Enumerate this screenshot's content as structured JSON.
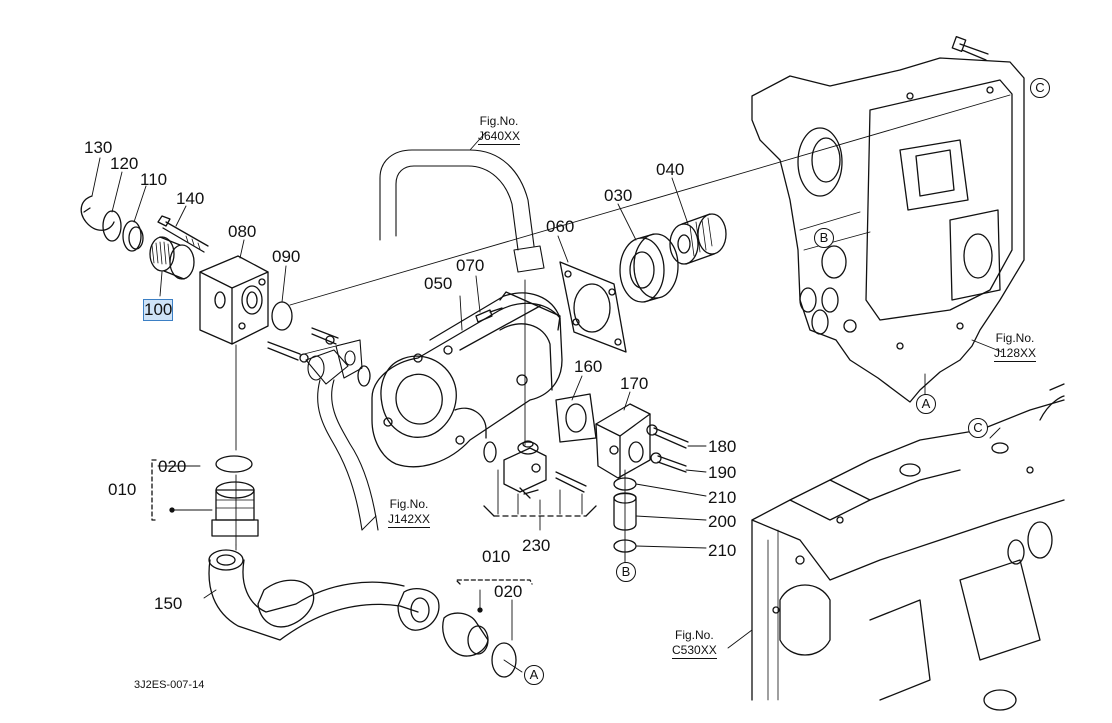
{
  "diagram": {
    "drawing_code": "3J2ES-007-14",
    "selected_callout": "100",
    "callouts": {
      "c130": "130",
      "c120": "120",
      "c110": "110",
      "c140": "140",
      "c080": "080",
      "c090": "090",
      "c100": "100",
      "c050": "050",
      "c070": "070",
      "c060": "060",
      "c030": "030",
      "c040": "040",
      "c160": "160",
      "c170": "170",
      "c180": "180",
      "c190": "190",
      "c210a": "210",
      "c200": "200",
      "c210b": "210",
      "c230": "230",
      "c010a": "010",
      "c020a": "020",
      "c150": "150",
      "c010b": "010",
      "c020b": "020"
    },
    "fig_refs": {
      "j640_label": "Fig.No.",
      "j640_code": "J640XX",
      "j128_label": "Fig.No.",
      "j128_code": "J128XX",
      "j142_label": "Fig.No.",
      "j142_code": "J142XX",
      "c530_label": "Fig.No.",
      "c530_code": "C530XX"
    },
    "markers": {
      "c_top": "C",
      "b_housing": "B",
      "a_housing": "A",
      "c_lower": "C",
      "b_bottom": "B",
      "a_bottom": "A"
    }
  }
}
